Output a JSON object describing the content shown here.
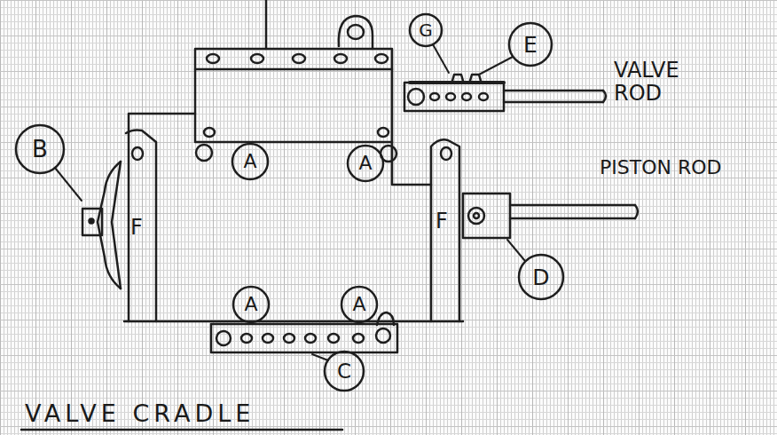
{
  "diagram": {
    "title": "VALVE CRADLE",
    "labels": [
      "G",
      "E",
      "VALVE ROD",
      "B",
      "A",
      "A",
      "PISTON ROD",
      "F",
      "F",
      "D",
      "A",
      "A",
      "C"
    ]
  }
}
